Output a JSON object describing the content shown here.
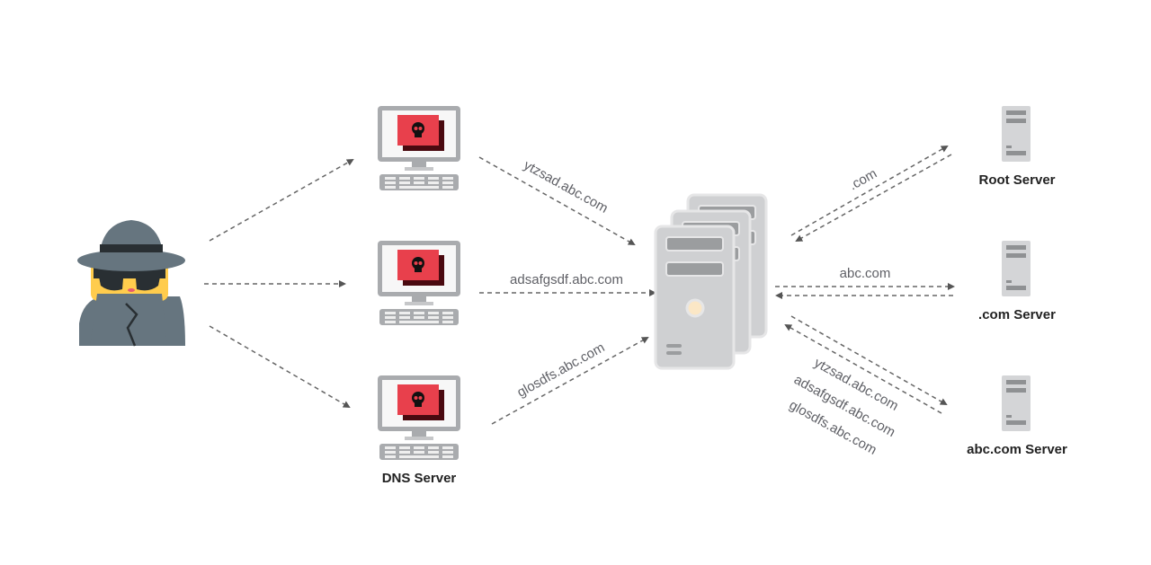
{
  "labels": {
    "dns_server": "DNS Server",
    "root_server": "Root Server",
    "com_server": ".com Server",
    "abc_server": "abc.com Server"
  },
  "queries": {
    "q1": "ytzsad.abc.com",
    "q2": "adsafgsdf.abc.com",
    "q3": "glosdfs.abc.com"
  },
  "responses": {
    "root": ".com",
    "com": "abc.com",
    "abc": [
      "ytzsad.abc.com",
      "adsafgsdf.abc.com",
      "glosdfs.abc.com"
    ]
  },
  "icons": {
    "attacker": "spy-icon",
    "infected": "skull-icon",
    "resolver": "server-stack-icon",
    "server": "server-icon"
  },
  "colors": {
    "alert": "#e8404c",
    "server_gray": "#cfd0d2",
    "arrow": "#666666"
  }
}
